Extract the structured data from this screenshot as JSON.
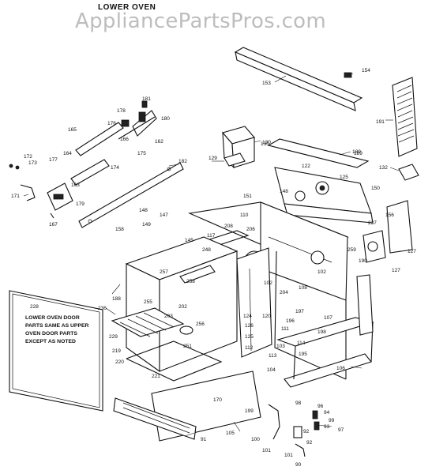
{
  "header": {
    "title": "LOWER OVEN"
  },
  "watermark": {
    "text": "AppliancePartsPros.com"
  },
  "door_note": {
    "lines": [
      "LOWER OVEN DOOR",
      "PARTS SAME AS UPPER",
      "OVEN DOOR PARTS",
      "EXCEPT AS NOTED"
    ]
  },
  "part_labels": [
    "154",
    "153",
    "191",
    "181",
    "178",
    "176",
    "165",
    "166",
    "162",
    "180",
    "175",
    "173",
    "172",
    "177",
    "164",
    "174",
    "171",
    "167",
    "163",
    "179",
    "182",
    "148",
    "147",
    "149",
    "189",
    "158",
    "189",
    "130",
    "129",
    "130",
    "132",
    "122",
    "148",
    "151",
    "150",
    "125",
    "110",
    "102",
    "156",
    "190",
    "237",
    "127",
    "127",
    "259",
    "206",
    "257",
    "258",
    "208",
    "251",
    "256",
    "188",
    "236",
    "255",
    "203",
    "202",
    "145",
    "248",
    "117",
    "120",
    "102",
    "124",
    "126",
    "125",
    "112",
    "104",
    "204",
    "105",
    "101",
    "92",
    "99",
    "93",
    "98",
    "94",
    "97",
    "100",
    "96",
    "108",
    "114",
    "195",
    "196",
    "197",
    "198",
    "111",
    "107",
    "106",
    "103",
    "113",
    "170",
    "199",
    "101",
    "90",
    "91",
    "92",
    "228",
    "229",
    "219",
    "220",
    "221"
  ]
}
